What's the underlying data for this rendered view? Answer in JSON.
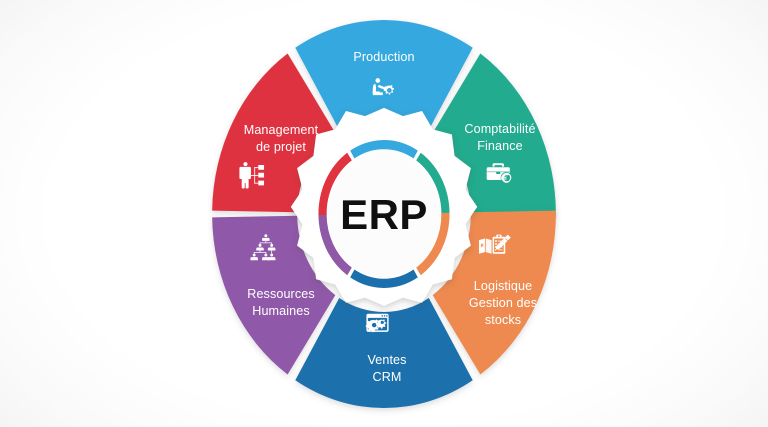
{
  "diagram": {
    "title": "ERP",
    "center_label": "ERP",
    "type": "six-sector-wheel",
    "background_color": "#ffffff",
    "center_hub": {
      "label": "ERP",
      "label_color": "#101010",
      "gear_color": "#ffffff",
      "inner_circle_color": "#fbfbfb"
    },
    "sectors": [
      {
        "id": "production",
        "label_lines": [
          "Production"
        ],
        "color": "#35a8df",
        "ring_color": "#35a8df",
        "icon": "worker-gear-icon",
        "position": "top"
      },
      {
        "id": "comptabilite-finance",
        "label_lines": [
          "Comptabilité",
          "Finance"
        ],
        "color": "#22ab8e",
        "ring_color": "#22ab8e",
        "icon": "briefcase-euro-icon",
        "position": "top-right"
      },
      {
        "id": "logistique-gestion-des-stocks",
        "label_lines": [
          "Logistique",
          "Gestion des",
          "stocks"
        ],
        "color": "#ee8a4f",
        "ring_color": "#ee8a4f",
        "icon": "box-clipboard-pencil-icon",
        "position": "bottom-right"
      },
      {
        "id": "ventes-crm",
        "label_lines": [
          "Ventes",
          "CRM"
        ],
        "color": "#1b6fac",
        "ring_color": "#1b6fac",
        "icon": "browser-gears-icon",
        "position": "bottom"
      },
      {
        "id": "ressources-humaines",
        "label_lines": [
          "Ressources",
          "Humaines"
        ],
        "color": "#9059a8",
        "ring_color": "#9059a8",
        "icon": "org-chart-people-icon",
        "position": "bottom-left"
      },
      {
        "id": "management-de-projet",
        "label_lines": [
          "Management",
          "de projet"
        ],
        "color": "#df333f",
        "ring_color": "#df333f",
        "icon": "person-workflow-icon",
        "position": "top-left"
      }
    ]
  },
  "labels": {
    "production_l1": "Production",
    "comptabilite_l1": "Comptabilité",
    "comptabilite_l2": "Finance",
    "logistique_l1": "Logistique",
    "logistique_l2": "Gestion des",
    "logistique_l3": "stocks",
    "ventes_l1": "Ventes",
    "ventes_l2": "CRM",
    "rh_l1": "Ressources",
    "rh_l2": "Humaines",
    "mgmt_l1": "Management",
    "mgmt_l2": "de projet",
    "center": "ERP"
  }
}
